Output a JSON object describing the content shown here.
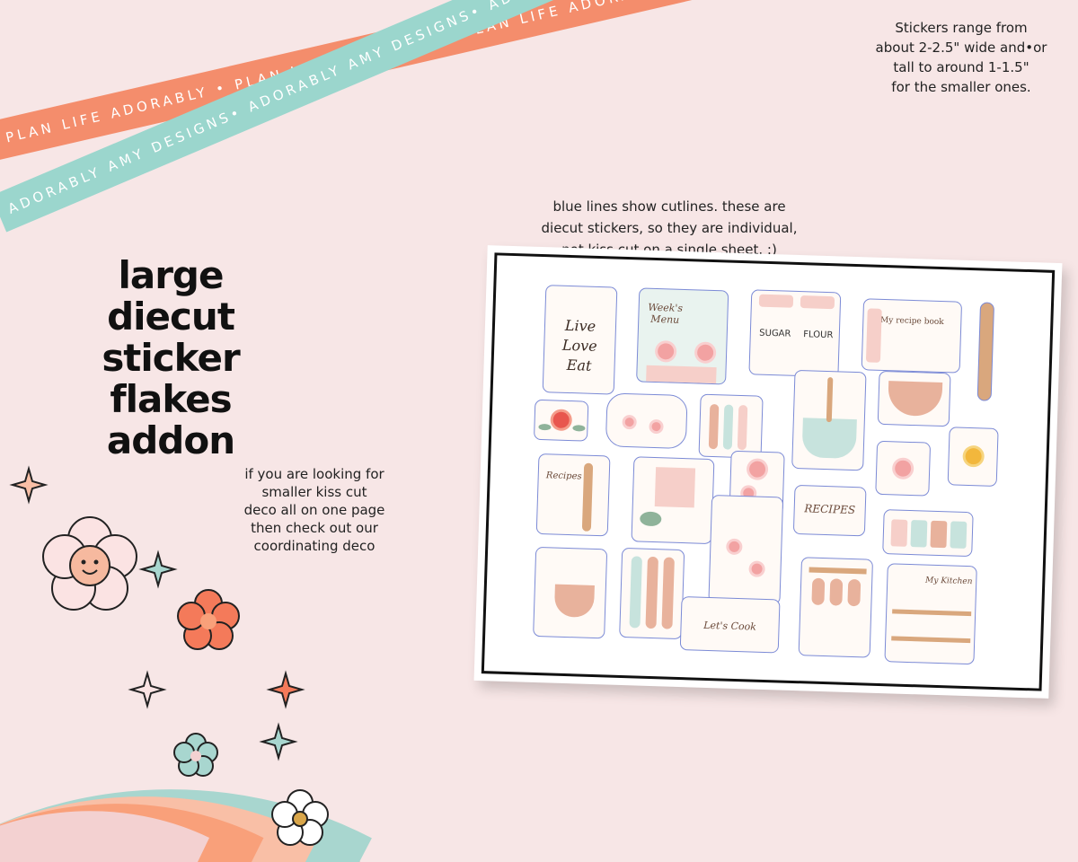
{
  "ribbons": {
    "coral_text": "PLAN LIFE ADORABLY • PLAN LIFE ADORABLY • PLAN LIFE ADORABLY",
    "mint_text": "ADORABLY AMY DESIGNS• ADORABLY AMY DESIGNS• ADORABLY AMY DESIGNS•"
  },
  "range_note": [
    "Stickers range from",
    "about 2-2.5\" wide and•or",
    "tall to around 1-1.5\"",
    "for the smaller ones."
  ],
  "title": [
    "large",
    "diecut",
    "sticker flakes",
    "addon"
  ],
  "kiss_note": [
    "if you are looking for",
    "smaller kiss cut",
    "deco all on one page",
    "then check out our",
    "coordinating deco"
  ],
  "cut_note": [
    "blue lines show cutlines.  these are",
    "diecut stickers, so they are individual,",
    "not kiss cut on a single sheet. :)"
  ],
  "sticker_text": {
    "live": "Live",
    "love": "Love",
    "eat": "Eat",
    "weeks_menu": "Week's Menu",
    "sugar": "SUGAR",
    "flour": "FLOUR",
    "recipe_book": "My recipe book",
    "recipes_card": "Recipes",
    "recipes_sign": "RECIPES",
    "lets_cook": "Let's Cook",
    "my_kitchen": "My Kitchen"
  },
  "colors": {
    "background": "#f7e6e6",
    "coral": "#f48d6c",
    "mint": "#9bd6cd",
    "peach": "#f9bfa6",
    "orange": "#f9a07a",
    "pink": "#f3cfcf",
    "cutline": "#7b8ad6"
  }
}
